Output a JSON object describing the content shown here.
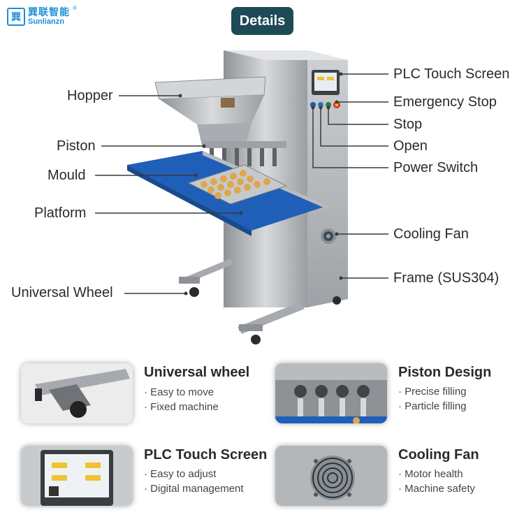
{
  "logo": {
    "cn": "巽联智能",
    "en": "Sunlianzn",
    "reg": "®"
  },
  "header": {
    "title": "Details"
  },
  "callouts": {
    "hopper": "Hopper",
    "piston": "Piston",
    "mould": "Mould",
    "platform": "Platform",
    "universal_wheel": "Universal Wheel",
    "plc_touch_screen": "PLC Touch Screen",
    "emergency_stop": "Emergency Stop",
    "stop": "Stop",
    "open": "Open",
    "power_switch": "Power Switch",
    "cooling_fan": "Cooling Fan",
    "frame": "Frame (SUS304)"
  },
  "features": [
    {
      "title": "Universal wheel",
      "items": [
        "· Easy to move",
        "· Fixed machine"
      ]
    },
    {
      "title": "Piston Design",
      "items": [
        "· Precise filling",
        "· Particle filling"
      ]
    },
    {
      "title": "PLC Touch Screen",
      "items": [
        "· Easy to adjust",
        "· Digital management"
      ]
    },
    {
      "title": "Cooling Fan",
      "items": [
        "· Motor health",
        "· Machine safety"
      ]
    }
  ],
  "colors": {
    "badge": "#1d4a55",
    "brand": "#1a8fd8",
    "belt": "#1f5fb8",
    "steel": "#b9bcbf"
  }
}
